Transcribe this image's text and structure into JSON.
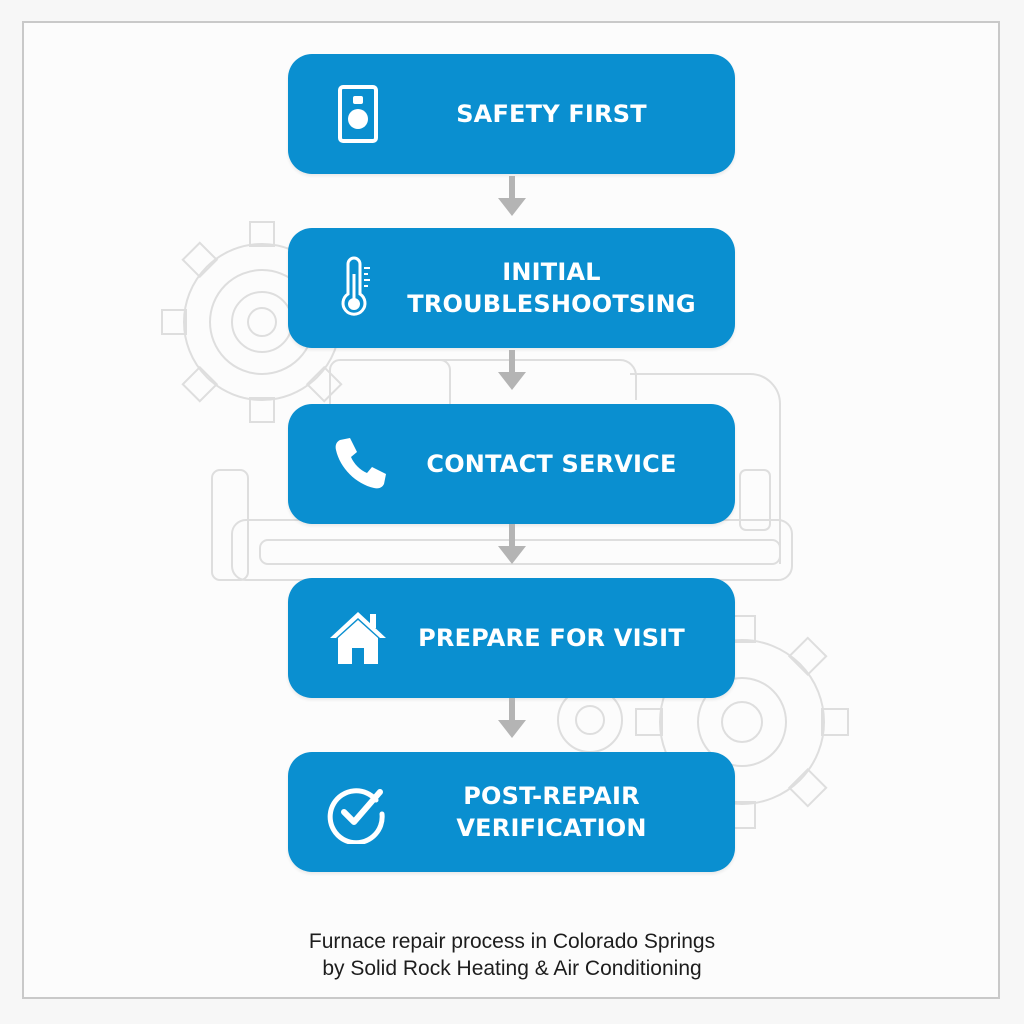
{
  "colors": {
    "step_fill": "#0a8fd0",
    "arrow": "#b4b4b4",
    "background_art": "#dedede",
    "caption_text": "#1d1d1d"
  },
  "steps": [
    {
      "label": "SAFETY FIRST",
      "icon": "electrical-panel-icon"
    },
    {
      "label": "INITIAL\nTROUBLESHOOTSING",
      "icon": "thermometer-icon"
    },
    {
      "label": "CONTACT SERVICE",
      "icon": "phone-icon"
    },
    {
      "label": "PREPARE FOR VISIT",
      "icon": "house-icon"
    },
    {
      "label": "POST-REPAIR\nVERIFICATION",
      "icon": "checkmark-circle-icon"
    }
  ],
  "caption": {
    "line1": "Furnace repair process in Colorado Springs",
    "line2": "by Solid Rock Heating & Air Conditioning"
  }
}
